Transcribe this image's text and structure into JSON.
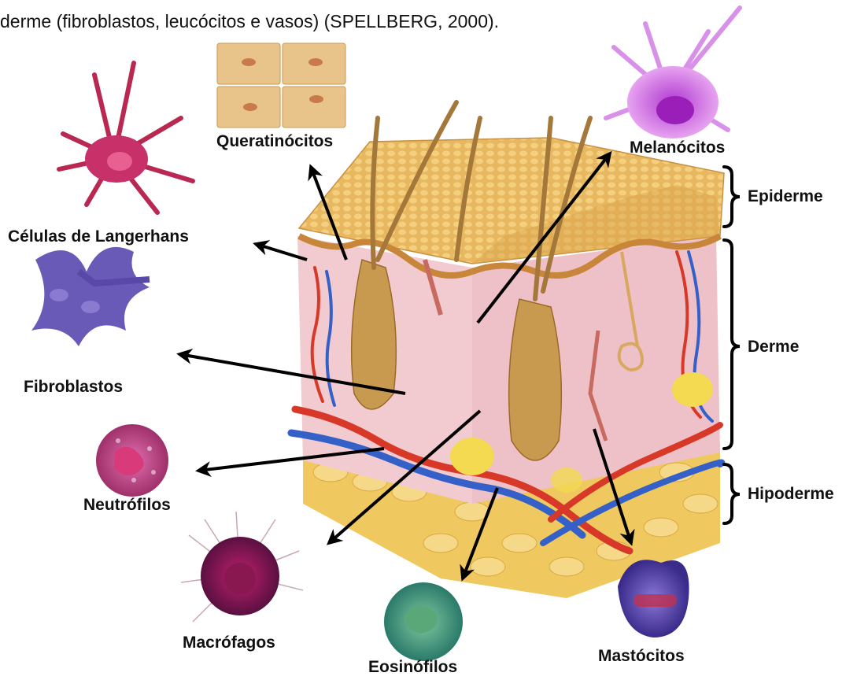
{
  "caption": "derme (fibroblastos, leucócitos e vasos) (SPELLBERG, 2000).",
  "cells": {
    "queratinocitos": "Queratinócitos",
    "melanocitos": "Melanócitos",
    "langerhans": "Células de Langerhans",
    "fibroblastos": "Fibroblastos",
    "neutrofilos": "Neutrófilos",
    "macrofagos": "Macrófagos",
    "eosinofilos": "Eosinófilos",
    "mastocitos": "Mastócitos"
  },
  "layers": {
    "epiderme": "Epiderme",
    "derme": "Derme",
    "hipoderme": "Hipoderme"
  },
  "icons": [
    "keratinocyte-icon",
    "melanocyte-icon",
    "langerhans-cell-icon",
    "fibroblast-icon",
    "neutrophil-icon",
    "macrophage-icon",
    "eosinophil-icon",
    "mast-cell-icon",
    "skin-cross-section-illustration"
  ]
}
